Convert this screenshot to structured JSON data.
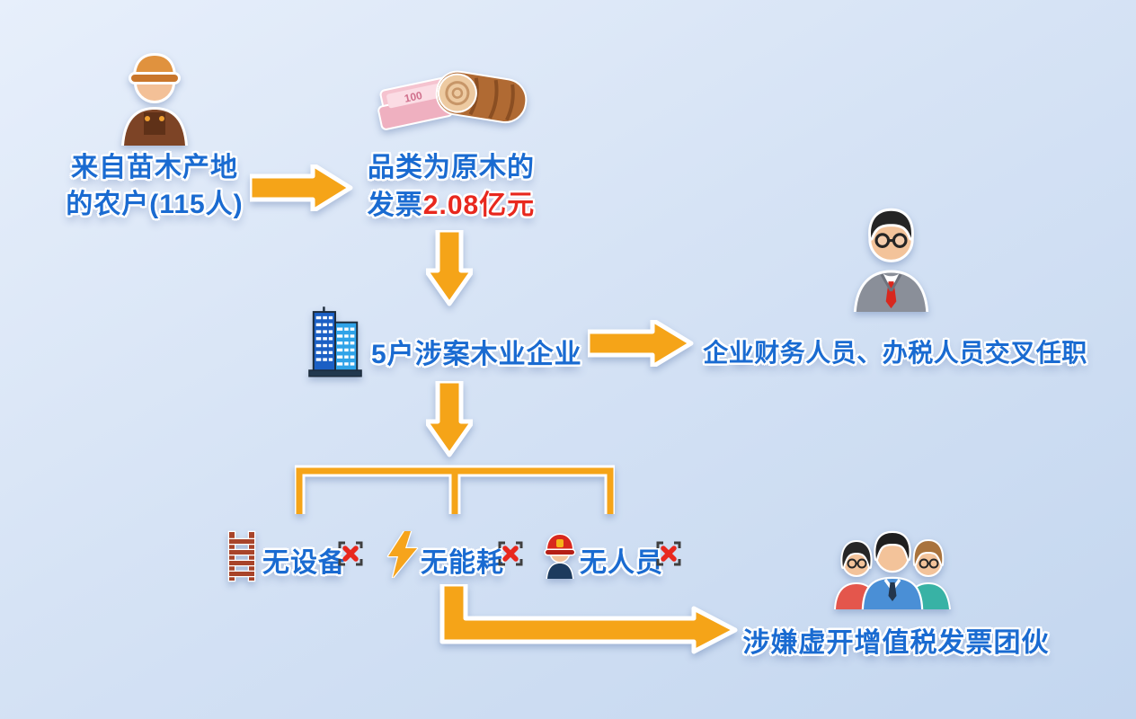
{
  "colors": {
    "blue": "#1a6bd1",
    "red": "#e8281e",
    "arrow": "#f5a418",
    "bg_from": "#e7effb",
    "bg_mid": "#d6e3f5",
    "bg_to": "#c3d6ef"
  },
  "nodes": {
    "farmers": {
      "line1": "来自苗木产地",
      "line2": "的农户(115人)"
    },
    "invoice": {
      "line1": "品类为原木的",
      "prefix": "发票",
      "amount": "2.08亿元"
    },
    "companies": {
      "label": "5户涉案木业企业"
    },
    "cross_staff": {
      "label": "企业财务人员、办税人员交叉任职"
    },
    "checks": [
      {
        "label": "无设备"
      },
      {
        "label": "无能耗"
      },
      {
        "label": "无人员"
      }
    ],
    "gang": {
      "label": "涉嫌虚开增值税发票团伙"
    }
  },
  "icons": {
    "banknote_label": "100"
  }
}
